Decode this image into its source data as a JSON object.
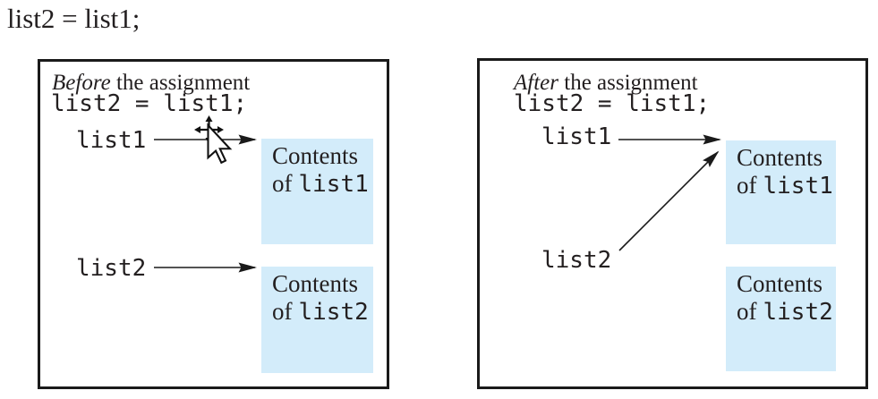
{
  "header": {
    "code": "list2 = list1;"
  },
  "colors": {
    "content_box_fill": "#d3ecfa",
    "panel_border": "#1a1a1a",
    "text": "#231f20",
    "arrow": "#1a1a1a"
  },
  "panels": {
    "before": {
      "title_emphasis": "Before",
      "title_rest": " the assignment",
      "code": "list2 = list1;",
      "var1": "list1",
      "var2": "list2",
      "box1": {
        "line1": "Contents",
        "line2_word": "of",
        "line2_code": "list1"
      },
      "box2": {
        "line1": "Contents",
        "line2_word": "of",
        "line2_code": "list2"
      }
    },
    "after": {
      "title_emphasis": "After",
      "title_rest": " the assignment",
      "code": "list2 = list1;",
      "var1": "list1",
      "var2": "list2",
      "box1": {
        "line1": "Contents",
        "line2_word": "of",
        "line2_code": "list1"
      },
      "box2": {
        "line1": "Contents",
        "line2_word": "of",
        "line2_code": "list2"
      }
    }
  },
  "cursor": {
    "icon": "move-cursor-with-arrow-pointer"
  }
}
